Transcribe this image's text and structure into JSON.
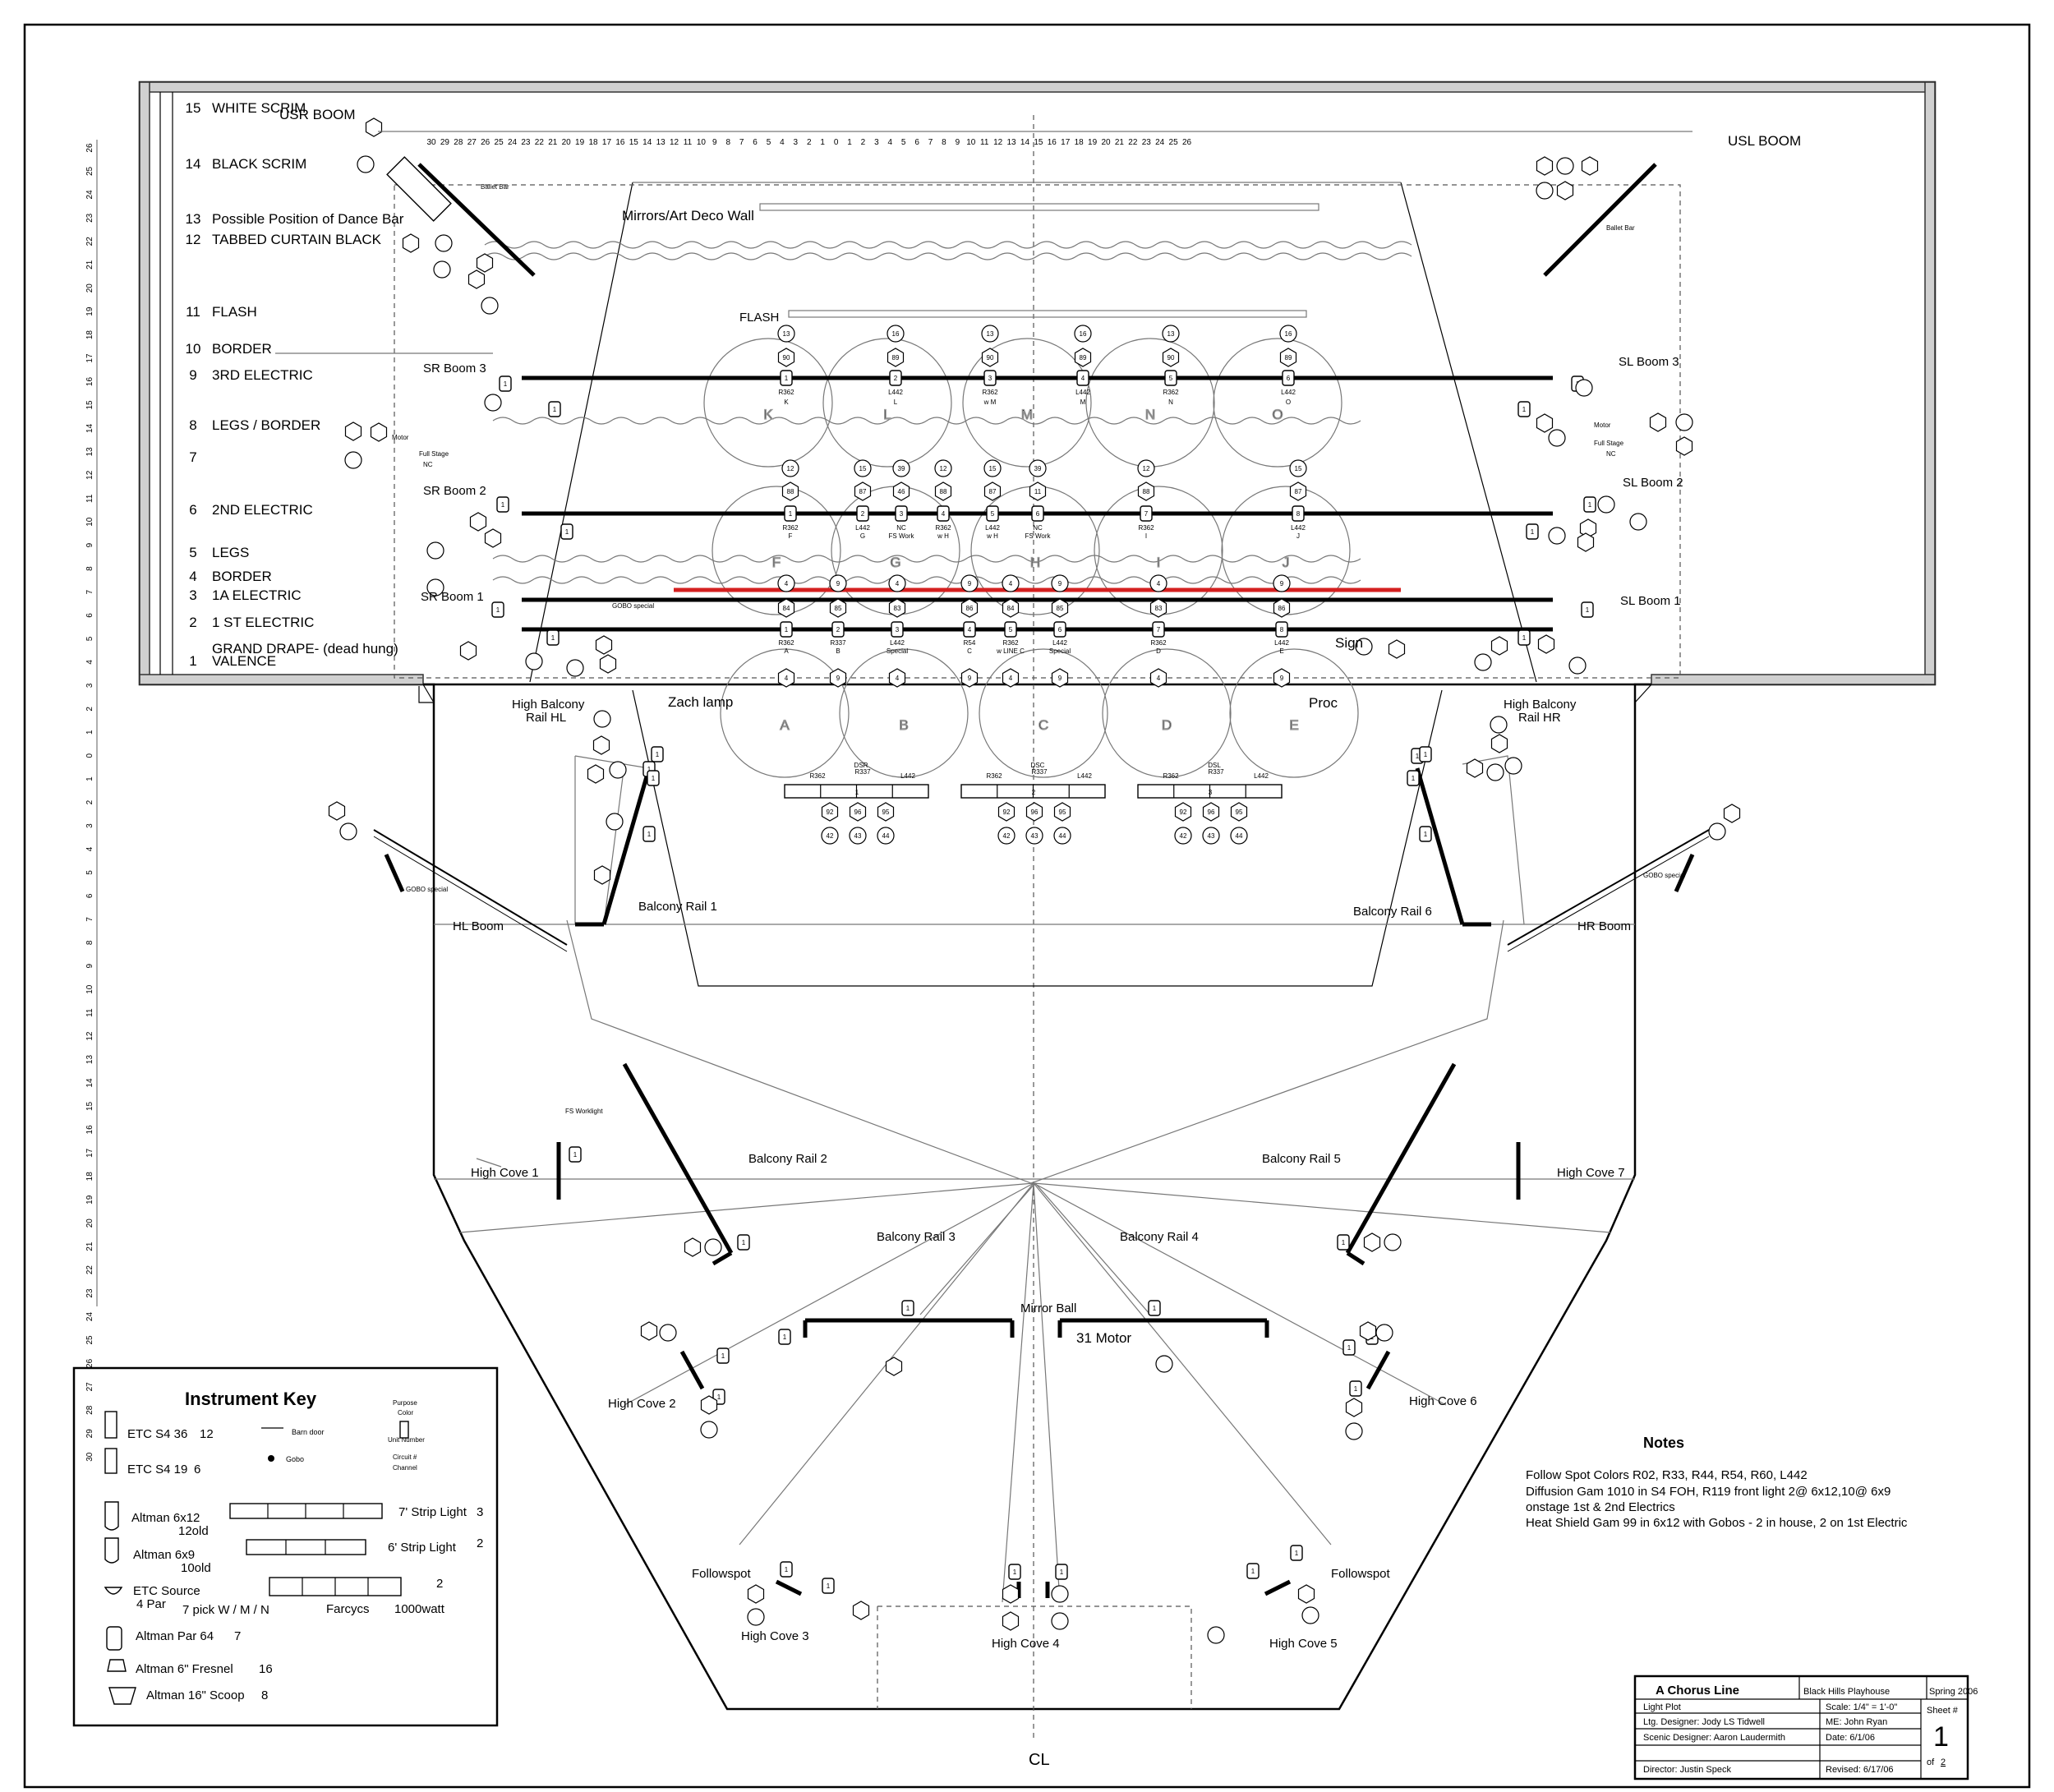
{
  "title_block": {
    "show": "A Chorus Line",
    "venue": "Black Hills Playhouse",
    "season": "Spring 2006",
    "plot_label": "Light Plot",
    "ltg_designer": "Ltg. Designer: Jody LS Tidwell",
    "scenic_designer": "Scenic Designer: Aaron Laudermith",
    "director": "Director: Justin Speck",
    "scale": "Scale: 1/4\" = 1'-0\"",
    "me": "ME: John Ryan",
    "date": "Date:  6/1/06",
    "revised": "Revised:  6/17/06",
    "sheet_label": "Sheet #",
    "sheet_num": "1",
    "sheet_of": "of",
    "sheet_total": "2"
  },
  "centerline": "CL",
  "notes": {
    "title": "Notes",
    "lines": [
      "Follow Spot Colors R02, R33, R44, R54, R60, L442",
      "Diffusion Gam 1010 in S4 FOH, R119 front light  2@ 6x12,10@ 6x9",
      "onstage 1st & 2nd Electrics",
      "Heat Shield Gam 99 in 6x12 with Gobos - 2 in house, 2 on 1st Electric"
    ]
  },
  "key": {
    "title": "Instrument Key",
    "etc36": "ETC S4 36",
    "etc36_n": "12",
    "etc19": "ETC S4 19",
    "etc19_n": "6",
    "alt612": "Altman 6x12",
    "alt612_n": "12old",
    "alt69": "Altman 6x9",
    "alt69_n": "10old",
    "etcsrc": "ETC Source",
    "etcsrc_n": "4 Par",
    "pick": "7 pick W / M / N",
    "par64": "Altman Par 64",
    "par64_n": "7",
    "fresnel": "Altman 6\" Fresnel",
    "fresnel_n": "16",
    "scoop": "Altman 16\" Scoop",
    "scoop_n": "8",
    "barndoor": "Barn door",
    "gobo": "Gobo",
    "purpose": "Purpose",
    "color": "Color",
    "unit_number": "Unit Number",
    "circuit": "Circuit #",
    "channel": "Channel",
    "strip7": "7' Strip Light",
    "strip7_n": "3",
    "strip6": "6' Strip Light",
    "strip6_n": "2",
    "farcycs": "Farcycs",
    "farcycs_n": "2",
    "farcycs_w": "1000watt"
  },
  "lineset": [
    {
      "num": "15",
      "name": "WHITE SCRIM"
    },
    {
      "num": "14",
      "name": "BLACK SCRIM"
    },
    {
      "num": "13",
      "name": "Possible Position of Dance Bar"
    },
    {
      "num": "12",
      "name": "TABBED CURTAIN BLACK"
    },
    {
      "num": "11",
      "name": "FLASH"
    },
    {
      "num": "10",
      "name": "BORDER"
    },
    {
      "num": "9",
      "name": "3RD ELECTRIC"
    },
    {
      "num": "8",
      "name": "LEGS / BORDER"
    },
    {
      "num": "7",
      "name": ""
    },
    {
      "num": "6",
      "name": "2ND ELECTRIC"
    },
    {
      "num": "5",
      "name": "LEGS"
    },
    {
      "num": "4",
      "name": "BORDER"
    },
    {
      "num": "3",
      "name": "1A  ELECTRIC"
    },
    {
      "num": "2",
      "name": "1 ST ELECTRIC"
    },
    {
      "num": "",
      "name": "GRAND DRAPE- (dead hung)"
    },
    {
      "num": "1",
      "name": "VALENCE"
    }
  ],
  "ruler_top": [
    "30",
    "29",
    "28",
    "27",
    "26",
    "25",
    "24",
    "23",
    "22",
    "21",
    "20",
    "19",
    "18",
    "17",
    "16",
    "15",
    "14",
    "13",
    "12",
    "11",
    "10",
    "9",
    "8",
    "7",
    "6",
    "5",
    "4",
    "3",
    "2",
    "1",
    "0",
    "1",
    "2",
    "3",
    "4",
    "5",
    "6",
    "7",
    "8",
    "9",
    "10",
    "11",
    "12",
    "13",
    "14",
    "15",
    "16",
    "17",
    "18",
    "19",
    "20",
    "21",
    "22",
    "23",
    "24",
    "25",
    "26"
  ],
  "ruler_left": [
    "26",
    "25",
    "24",
    "23",
    "22",
    "21",
    "20",
    "19",
    "18",
    "17",
    "16",
    "15",
    "14",
    "13",
    "12",
    "11",
    "10",
    "9",
    "8",
    "7",
    "6",
    "5",
    "4",
    "3",
    "2",
    "1",
    "0",
    "1",
    "2",
    "3",
    "4",
    "5",
    "6",
    "7",
    "8",
    "9",
    "10",
    "11",
    "12",
    "13",
    "14",
    "15",
    "16",
    "17",
    "18",
    "19",
    "20",
    "21",
    "22",
    "23",
    "24",
    "25",
    "26",
    "27",
    "28",
    "29",
    "30"
  ],
  "positions": {
    "usr_boom": "USR BOOM",
    "usl_boom": "USL BOOM",
    "mirrors": "Mirrors/Art Deco Wall",
    "flash": "FLASH",
    "sr_boom3": "SR Boom 3",
    "sl_boom3": "SL Boom 3",
    "sr_boom2": "SR Boom 2",
    "sl_boom2": "SL Boom 2",
    "sr_boom1": "SR Boom 1",
    "sl_boom1": "SL Boom 1",
    "sign": "Sign",
    "zach": "Zach lamp",
    "proc": "Proc",
    "hbr_hl": [
      "High Balcony",
      "Rail HL"
    ],
    "hbr_hr": [
      "High Balcony",
      "Rail HR"
    ],
    "balc1": "Balcony Rail 1",
    "balc6": "Balcony Rail 6",
    "hl_boom": "HL Boom",
    "hr_boom": "HR Boom",
    "balc2": "Balcony Rail 2",
    "balc5": "Balcony Rail 5",
    "cove1": "High Cove 1",
    "cove7": "High Cove 7",
    "balc3": "Balcony Rail 3",
    "balc4": "Balcony Rail 4",
    "mirrorball": "Mirror Ball",
    "motor": "31 Motor",
    "cove2": "High Cove 2",
    "cove6": "High Cove 6",
    "followspot_l": "Followspot",
    "followspot_r": "Followspot",
    "cove3": "High Cove 3",
    "cove4": "High Cove 4",
    "cove5": "High Cove 5",
    "ballet_bar": "Ballet Bar",
    "motor_small": "Motor",
    "full_stage": "Full Stage",
    "nc": "NC",
    "fs_worklight": "FS Worklight",
    "gobo_special": "GOBO special"
  },
  "areas_us": [
    "K",
    "L",
    "M",
    "N",
    "O"
  ],
  "areas_ms": [
    "F",
    "G",
    "H",
    "I",
    "J"
  ],
  "areas_ds": [
    "A",
    "B",
    "C",
    "D",
    "E"
  ],
  "strips": [
    {
      "name": "DSR",
      "colors": [
        "R362",
        "R337",
        "L442"
      ],
      "unit": "1",
      "channels": [
        "92",
        "96",
        "95"
      ],
      "circuits": [
        "42",
        "43",
        "44"
      ]
    },
    {
      "name": "DSC",
      "colors": [
        "R362",
        "R337",
        "L442"
      ],
      "unit": "2",
      "channels": [
        "92",
        "96",
        "95"
      ],
      "circuits": [
        "42",
        "43",
        "44"
      ]
    },
    {
      "name": "DSL",
      "colors": [
        "R362",
        "R337",
        "L442"
      ],
      "unit": "3",
      "channels": [
        "92",
        "96",
        "95"
      ],
      "circuits": [
        "42",
        "43",
        "44"
      ]
    }
  ],
  "elec3": {
    "circuits": [
      "13",
      "16",
      "13",
      "16",
      "13",
      "16"
    ],
    "channels": [
      "90",
      "89",
      "90",
      "89",
      "90",
      "89"
    ],
    "units": [
      "1",
      "2",
      "3",
      "4",
      "5",
      "6"
    ],
    "colors": [
      "R362",
      "L442",
      "R362",
      "L442",
      "R362",
      "L442"
    ],
    "purposes": [
      "K",
      "L",
      "w M",
      "M",
      "N",
      "O"
    ]
  },
  "elec2": {
    "circuits": [
      "12",
      "15",
      "39",
      "12",
      "15",
      "39",
      "12",
      "15"
    ],
    "channels": [
      "88",
      "87",
      "46",
      "88",
      "87",
      "11",
      "88",
      "87"
    ],
    "colors": [
      "R362",
      "L442",
      "NC",
      "R362",
      "L442",
      "NC",
      "R362",
      "L442"
    ],
    "purposes": [
      "F",
      "G",
      "FS Work",
      "w H",
      "w H",
      "FS Work",
      "I",
      "J"
    ]
  },
  "elec1": {
    "circuits": [
      "4",
      "9",
      "4",
      "9",
      "4",
      "9",
      "4",
      "9"
    ],
    "channels": [
      "84",
      "85",
      "83",
      "86",
      "84",
      "85",
      "83",
      "86"
    ],
    "colors": [
      "R362",
      "R337",
      "L442",
      "R54",
      "R362",
      "L442",
      "R362",
      "L442"
    ],
    "purposes": [
      "A",
      "B",
      "Special",
      "C",
      "w LINE C",
      "Special",
      "D",
      "E"
    ]
  }
}
